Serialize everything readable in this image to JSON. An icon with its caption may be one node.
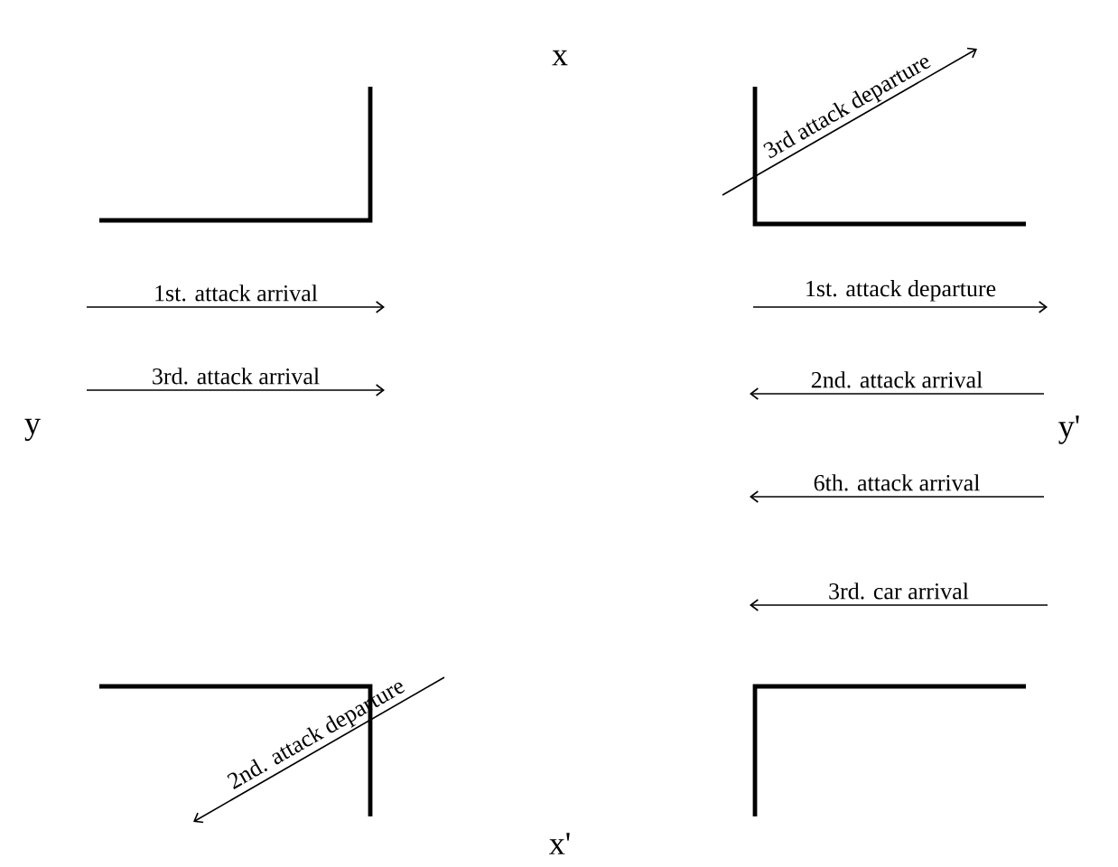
{
  "diagram": {
    "labels": [
      "x",
      "3rd attack departure",
      "1st. attack arrival",
      "1st. attack departure",
      "3rd. attack arrival",
      "2nd. attack arrival",
      "y",
      "y'",
      "6th. attack arrival",
      "3rd. car arrival",
      "2nd. attack departure",
      "x'"
    ]
  }
}
